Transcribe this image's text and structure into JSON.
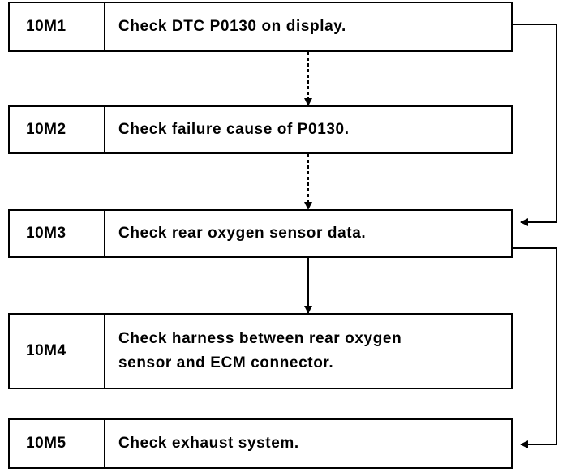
{
  "steps": [
    {
      "code": "10M1",
      "text": "Check DTC P0130 on display."
    },
    {
      "code": "10M2",
      "text": "Check failure cause of P0130."
    },
    {
      "code": "10M3",
      "text": "Check rear oxygen sensor data."
    },
    {
      "code": "10M4",
      "text": "Check harness between rear oxygen\nsensor and ECM connector."
    },
    {
      "code": "10M5",
      "text": "Check exhaust system."
    }
  ]
}
